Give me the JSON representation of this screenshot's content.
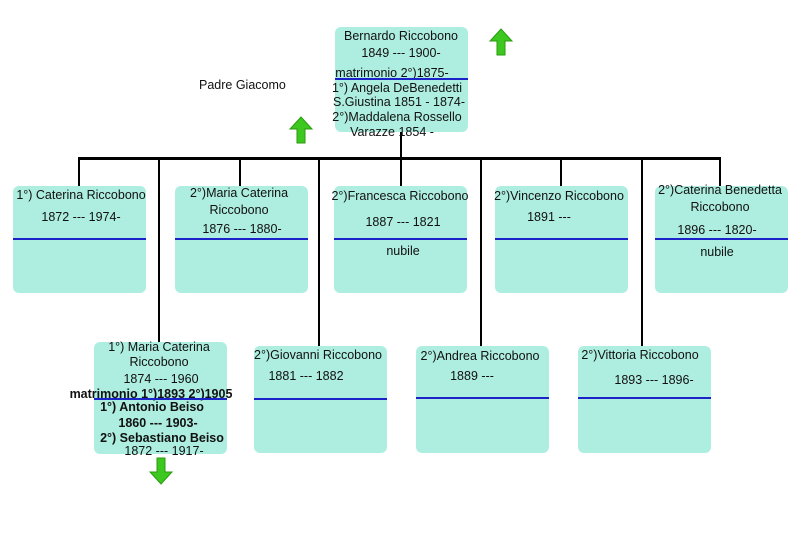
{
  "label_padre": "Padre Giacomo",
  "root": {
    "name": "Bernardo Riccobono",
    "dates": "1849 --- 1900-",
    "marriage": "matrimonio 2°)1875-",
    "spouse1_name": "1°) Angela DeBenedetti",
    "spouse1_dates": "S.Giustina 1851 - 1874-",
    "spouse2_name": "2°)Maddalena Rossello",
    "spouse2_dates": "Varazze 1854 -"
  },
  "children_row1": [
    {
      "name": "1°) Caterina Riccobono",
      "dates": "1872 --- 1974-",
      "note": ""
    },
    {
      "name_line1": "2°)Maria Caterina",
      "name_line2": "Riccobono",
      "dates": "1876 --- 1880-",
      "note": ""
    },
    {
      "name": "2°)Francesca Riccobono",
      "dates": "1887 --- 1821",
      "note": "nubile"
    },
    {
      "name": "2°)Vincenzo Riccobono",
      "dates": "1891 ---",
      "note": ""
    },
    {
      "name_line1": "2°)Caterina Benedetta",
      "name_line2": "Riccobono",
      "dates": "1896 --- 1820-",
      "note": "nubile"
    }
  ],
  "children_row2": [
    {
      "name_line1": "1°) Maria Caterina",
      "name_line2": "Riccobono",
      "dates": "1874 --- 1960",
      "marriage": "matrimonio 1°)1893 2°)1905",
      "spouse1_name": "1°) Antonio Beiso",
      "spouse1_dates": "1860 --- 1903-",
      "spouse2_name": "2°) Sebastiano Beiso",
      "spouse2_dates": "1872 --- 1917-"
    },
    {
      "name": "2°)Giovanni Riccobono",
      "dates": "1881 --- 1882"
    },
    {
      "name": "2°)Andrea Riccobono",
      "dates": "1889 ---"
    },
    {
      "name": "2°)Vittoria Riccobono",
      "dates": "1893 --- 1896-"
    }
  ],
  "colors": {
    "box_fill": "#aeeee0",
    "divider": "#1a22c8",
    "arrow": "#3cc81e",
    "connector": "#000000"
  },
  "icons": {
    "up_arrow": "arrow-up-icon",
    "down_arrow": "arrow-down-icon"
  }
}
